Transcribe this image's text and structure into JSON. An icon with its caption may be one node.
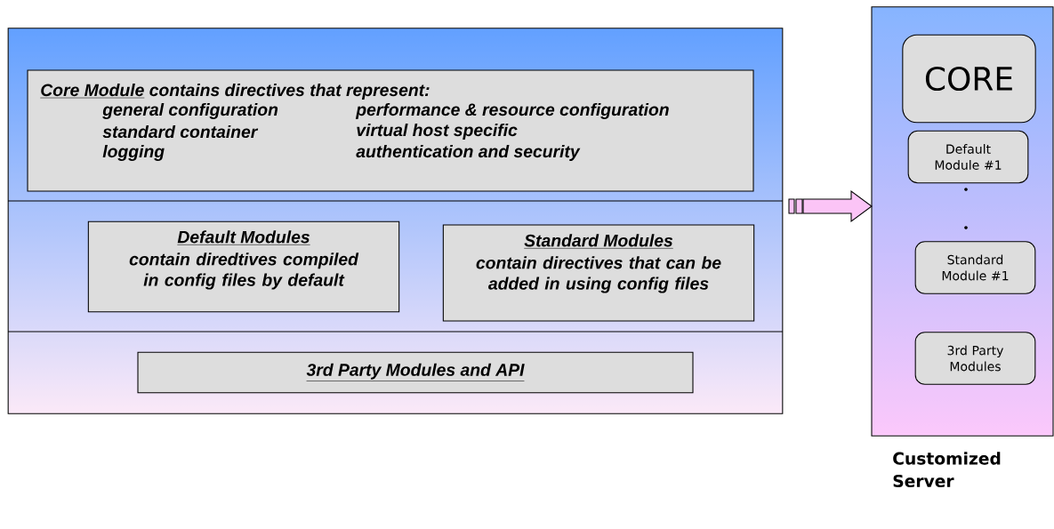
{
  "diagram": {
    "nodes": [
      {
        "text": [],
        "shape": "box"
      },
      {
        "text": [
          "Core Module",
          "contains directives that represent:",
          "general configuration",
          "performance & resource configuration",
          "standard container",
          "virtual host specific",
          "logging",
          "authentication and security"
        ],
        "in": 0
      },
      {
        "text": [
          "Default Modules",
          "contain diredtives compiled in config files by default"
        ],
        "in": 0
      },
      {
        "text": [
          "Standard Modules",
          "contain directives that can be added in using config files"
        ],
        "in": 0
      },
      {
        "text": [
          "3rd Party Modules and API"
        ],
        "in": 0
      },
      {
        "text": [],
        "shape": "box",
        "beside": [
          "Customized Server"
        ]
      },
      {
        "text": [
          "CORE"
        ],
        "in": 5
      },
      {
        "text": [
          "Default Module #1"
        ],
        "in": 5
      },
      {
        "text": [
          "Standard Module #1"
        ],
        "in": 5
      },
      {
        "text": [
          "3rd Party Modules"
        ],
        "in": 5
      }
    ],
    "edges": [
      {
        "from": 0,
        "to": 5,
        "arrow": "to"
      }
    ]
  }
}
